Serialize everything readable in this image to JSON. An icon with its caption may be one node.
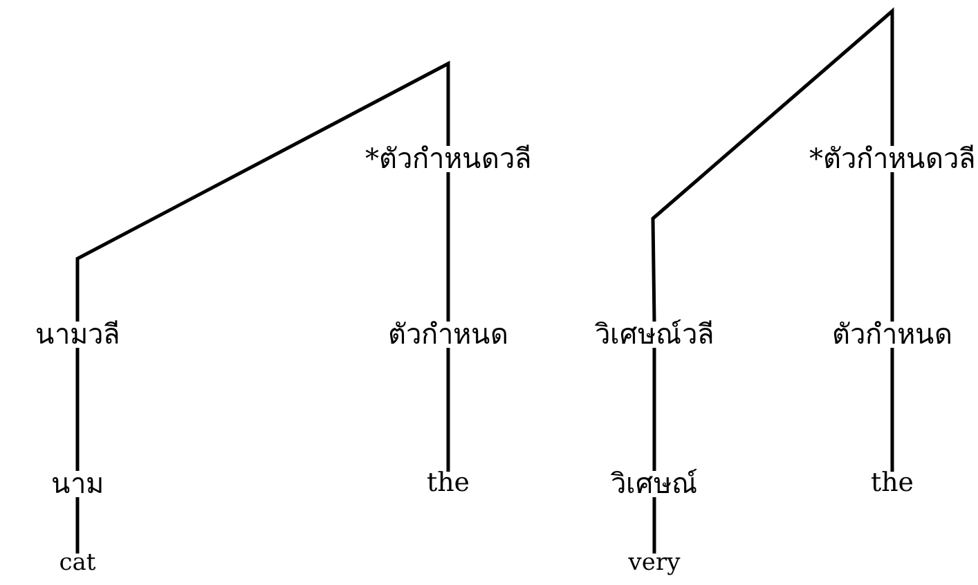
{
  "diagram": {
    "nodes": [
      {
        "text": [
          "*ตัวกำหนดวลี"
        ]
      },
      {
        "text": [
          "*ตัวกำหนดวลี"
        ]
      },
      {
        "text": [
          "นามวลี"
        ]
      },
      {
        "text": [
          "ตัวกำหนด"
        ]
      },
      {
        "text": [
          "วิเศษณ์วลี"
        ]
      },
      {
        "text": [
          "ตัวกำหนด"
        ]
      },
      {
        "text": [
          "นาม"
        ]
      },
      {
        "text": [
          "the"
        ]
      },
      {
        "text": [
          "วิเศษณ์"
        ]
      },
      {
        "text": [
          "the"
        ]
      },
      {
        "text": [
          "cat"
        ]
      },
      {
        "text": [
          "very"
        ]
      }
    ],
    "edges": [
      {
        "from": 0,
        "to": 2,
        "arrow": "none"
      },
      {
        "from": 0,
        "to": 3,
        "arrow": "none"
      },
      {
        "from": 3,
        "to": 7,
        "arrow": "none"
      },
      {
        "from": 2,
        "to": 6,
        "arrow": "none"
      },
      {
        "from": 6,
        "to": 10,
        "arrow": "none"
      },
      {
        "from": 1,
        "to": 4,
        "arrow": "none"
      },
      {
        "from": 1,
        "to": 5,
        "arrow": "none"
      },
      {
        "from": 5,
        "to": 9,
        "arrow": "none"
      },
      {
        "from": 4,
        "to": 8,
        "arrow": "none"
      },
      {
        "from": 8,
        "to": 11,
        "arrow": "none"
      }
    ]
  }
}
